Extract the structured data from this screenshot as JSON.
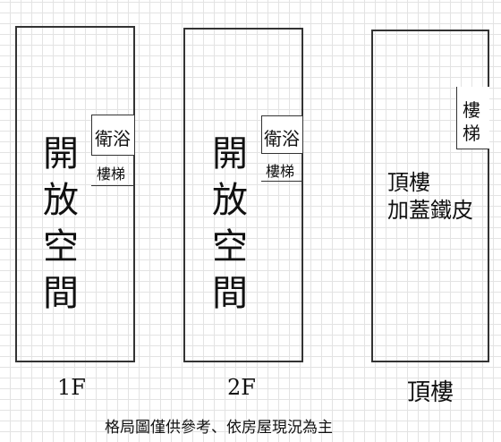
{
  "floors": [
    {
      "label": "1F",
      "room_label": "開放空間",
      "bath_label": "衛浴",
      "stair_label": "樓梯"
    },
    {
      "label": "2F",
      "room_label": "開放空間",
      "bath_label": "衛浴",
      "stair_label": "樓梯"
    },
    {
      "label": "頂樓",
      "stair_label": "樓\n梯",
      "room_label_line1": "頂樓",
      "room_label_line2": "加蓋鐵皮"
    }
  ],
  "footnote": "格局圖僅供參考、依房屋現況為主"
}
